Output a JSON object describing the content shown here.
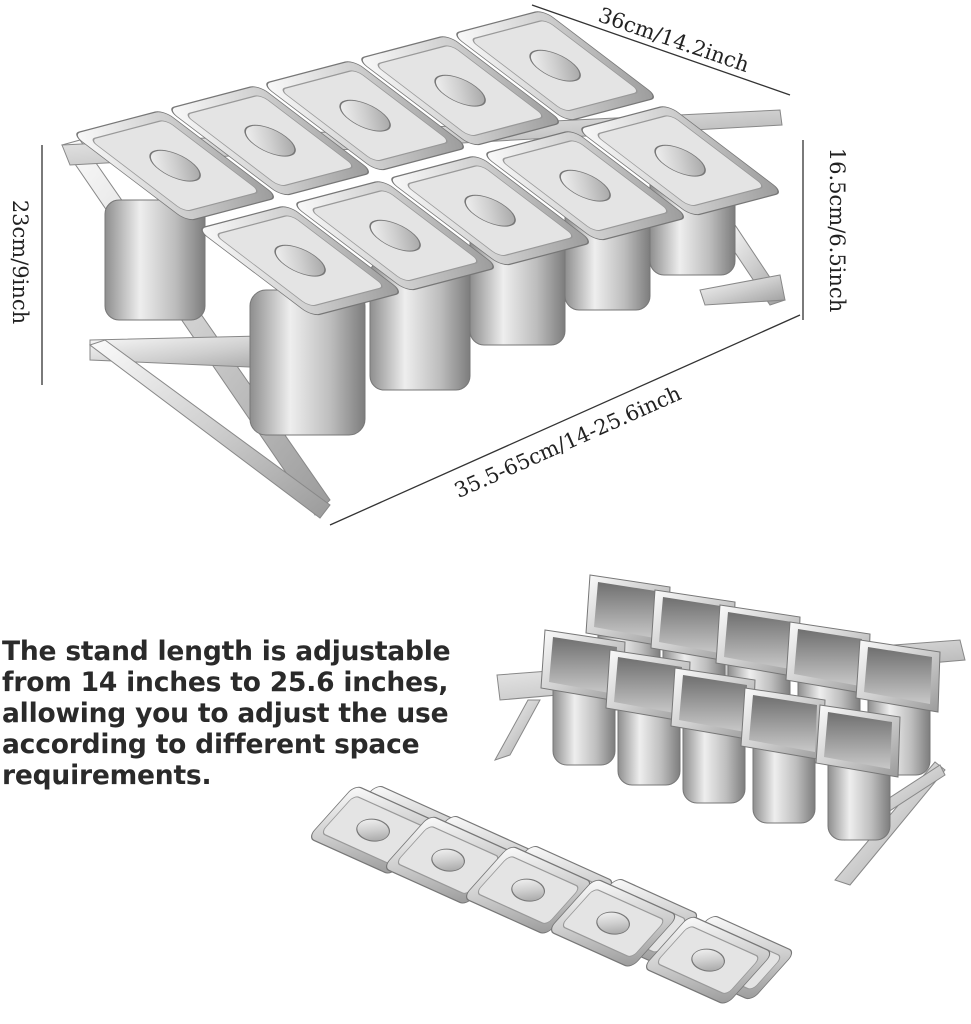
{
  "dimensions": {
    "width": "36cm/14.2inch",
    "height_total": "23cm/9inch",
    "height_pan": "16.5cm/6.5inch",
    "length": "35.5-65cm/14-25.6inch"
  },
  "description": "The stand length is adjustable\nfrom 14 inches to 25.6 inches,\nallowing you to adjust the use\naccording to different space\nrequirements.",
  "colors": {
    "steel_light": "#f2f2f2",
    "steel_mid": "#c9c9c9",
    "steel_dark": "#8c8c8c",
    "text": "#222222"
  }
}
